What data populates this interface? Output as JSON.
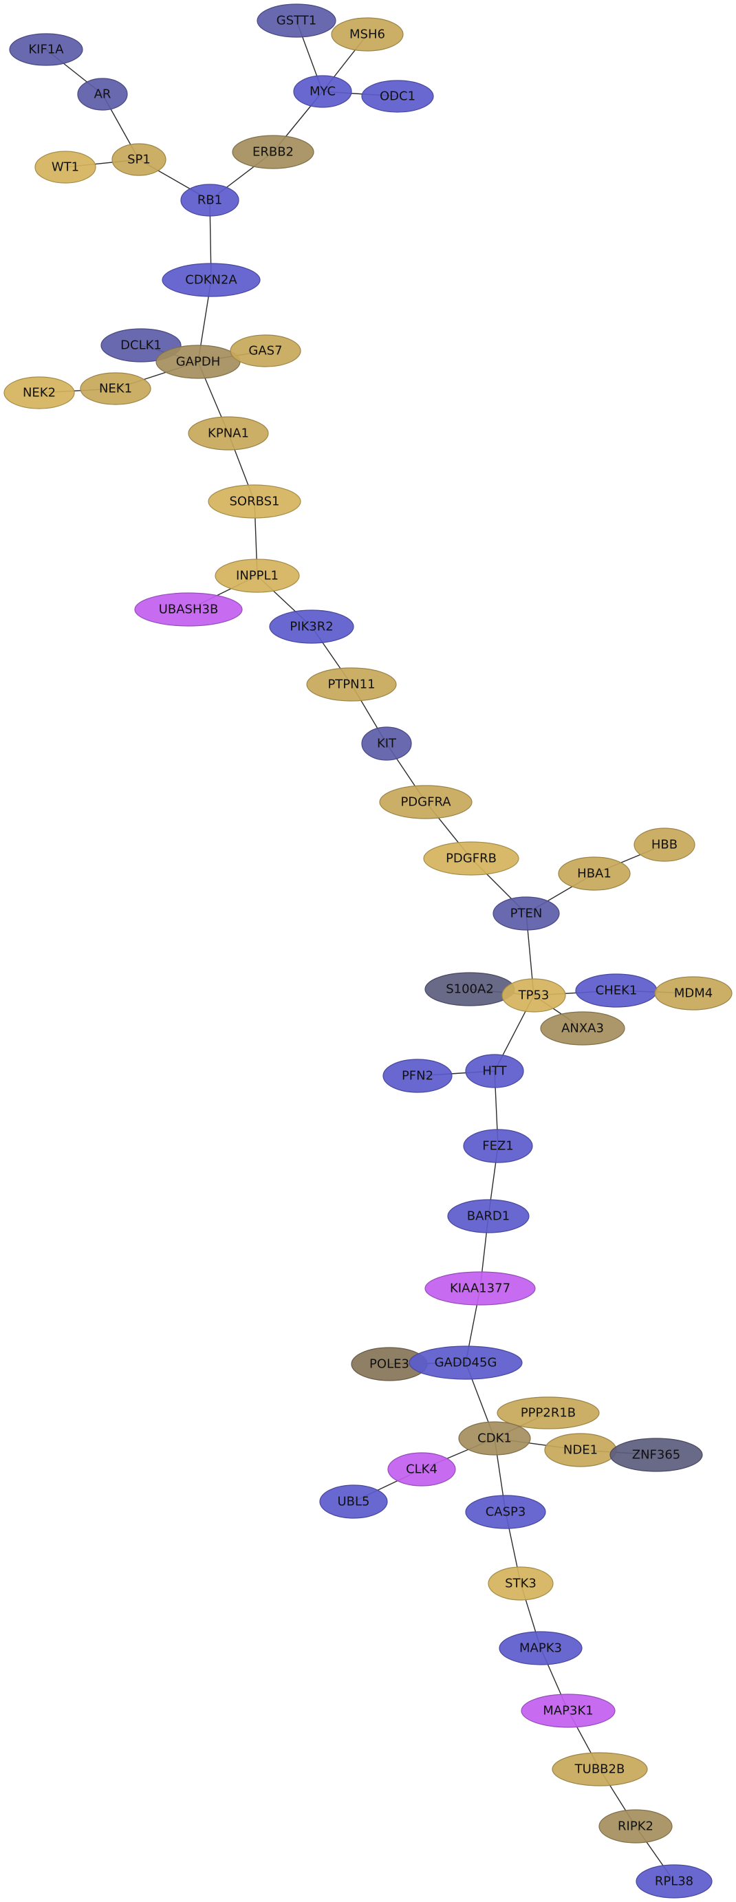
{
  "colors": {
    "blue": "#5b5bcc",
    "blue_dark": "#5c5ca8",
    "slate": "#5c5c7e",
    "gold": "#c8a85a",
    "gold_bright": "#d4b35c",
    "olive": "#a48e5c",
    "olive_dark": "#857458",
    "magenta": "#c25ff0"
  },
  "nodes": [
    {
      "id": "KIF1A",
      "label": "KIF1A",
      "color": "blue_dark"
    },
    {
      "id": "AR",
      "label": "AR",
      "color": "blue_dark"
    },
    {
      "id": "GSTT1",
      "label": "GSTT1",
      "color": "blue_dark"
    },
    {
      "id": "MSH6",
      "label": "MSH6",
      "color": "gold"
    },
    {
      "id": "MYC",
      "label": "MYC",
      "color": "blue"
    },
    {
      "id": "ODC1",
      "label": "ODC1",
      "color": "blue"
    },
    {
      "id": "WT1",
      "label": "WT1",
      "color": "gold_bright"
    },
    {
      "id": "SP1",
      "label": "SP1",
      "color": "gold"
    },
    {
      "id": "ERBB2",
      "label": "ERBB2",
      "color": "olive"
    },
    {
      "id": "RB1",
      "label": "RB1",
      "color": "blue"
    },
    {
      "id": "CDKN2A",
      "label": "CDKN2A",
      "color": "blue"
    },
    {
      "id": "DCLK1",
      "label": "DCLK1",
      "color": "blue_dark"
    },
    {
      "id": "GAPDH",
      "label": "GAPDH",
      "color": "olive"
    },
    {
      "id": "GAS7",
      "label": "GAS7",
      "color": "gold"
    },
    {
      "id": "NEK2",
      "label": "NEK2",
      "color": "gold_bright"
    },
    {
      "id": "NEK1",
      "label": "NEK1",
      "color": "gold"
    },
    {
      "id": "KPNA1",
      "label": "KPNA1",
      "color": "gold"
    },
    {
      "id": "SORBS1",
      "label": "SORBS1",
      "color": "gold_bright"
    },
    {
      "id": "INPPL1",
      "label": "INPPL1",
      "color": "gold_bright"
    },
    {
      "id": "UBASH3B",
      "label": "UBASH3B",
      "color": "magenta"
    },
    {
      "id": "PIK3R2",
      "label": "PIK3R2",
      "color": "blue"
    },
    {
      "id": "PTPN11",
      "label": "PTPN11",
      "color": "gold"
    },
    {
      "id": "KIT",
      "label": "KIT",
      "color": "blue_dark"
    },
    {
      "id": "PDGFRA",
      "label": "PDGFRA",
      "color": "gold"
    },
    {
      "id": "PDGFRB",
      "label": "PDGFRB",
      "color": "gold_bright"
    },
    {
      "id": "HBB",
      "label": "HBB",
      "color": "gold"
    },
    {
      "id": "HBA1",
      "label": "HBA1",
      "color": "gold"
    },
    {
      "id": "PTEN",
      "label": "PTEN",
      "color": "blue_dark"
    },
    {
      "id": "S100A2",
      "label": "S100A2",
      "color": "slate"
    },
    {
      "id": "TP53",
      "label": "TP53",
      "color": "gold_bright"
    },
    {
      "id": "CHEK1",
      "label": "CHEK1",
      "color": "blue"
    },
    {
      "id": "MDM4",
      "label": "MDM4",
      "color": "gold"
    },
    {
      "id": "ANXA3",
      "label": "ANXA3",
      "color": "olive"
    },
    {
      "id": "PFN2",
      "label": "PFN2",
      "color": "blue"
    },
    {
      "id": "HTT",
      "label": "HTT",
      "color": "blue"
    },
    {
      "id": "FEZ1",
      "label": "FEZ1",
      "color": "blue"
    },
    {
      "id": "BARD1",
      "label": "BARD1",
      "color": "blue"
    },
    {
      "id": "KIAA1377",
      "label": "KIAA1377",
      "color": "magenta"
    },
    {
      "id": "POLE3",
      "label": "POLE3",
      "color": "olive_dark"
    },
    {
      "id": "GADD45G",
      "label": "GADD45G",
      "color": "blue"
    },
    {
      "id": "PPP2R1B",
      "label": "PPP2R1B",
      "color": "gold"
    },
    {
      "id": "CDK1",
      "label": "CDK1",
      "color": "olive"
    },
    {
      "id": "NDE1",
      "label": "NDE1",
      "color": "gold"
    },
    {
      "id": "ZNF365",
      "label": "ZNF365",
      "color": "slate"
    },
    {
      "id": "CLK4",
      "label": "CLK4",
      "color": "magenta"
    },
    {
      "id": "UBL5",
      "label": "UBL5",
      "color": "blue"
    },
    {
      "id": "CASP3",
      "label": "CASP3",
      "color": "blue"
    },
    {
      "id": "STK3",
      "label": "STK3",
      "color": "gold_bright"
    },
    {
      "id": "MAPK3",
      "label": "MAPK3",
      "color": "blue"
    },
    {
      "id": "MAP3K1",
      "label": "MAP3K1",
      "color": "magenta"
    },
    {
      "id": "TUBB2B",
      "label": "TUBB2B",
      "color": "gold"
    },
    {
      "id": "RIPK2",
      "label": "RIPK2",
      "color": "olive"
    },
    {
      "id": "RPL38",
      "label": "RPL38",
      "color": "blue"
    }
  ],
  "edges": [
    [
      "KIF1A",
      "AR"
    ],
    [
      "AR",
      "SP1"
    ],
    [
      "WT1",
      "SP1"
    ],
    [
      "SP1",
      "RB1"
    ],
    [
      "GSTT1",
      "MYC"
    ],
    [
      "MSH6",
      "MYC"
    ],
    [
      "MYC",
      "ODC1"
    ],
    [
      "MYC",
      "ERBB2"
    ],
    [
      "ERBB2",
      "RB1"
    ],
    [
      "RB1",
      "CDKN2A"
    ],
    [
      "CDKN2A",
      "GAPDH"
    ],
    [
      "DCLK1",
      "GAPDH"
    ],
    [
      "GAPDH",
      "GAS7"
    ],
    [
      "NEK2",
      "NEK1"
    ],
    [
      "NEK1",
      "GAPDH"
    ],
    [
      "GAPDH",
      "KPNA1"
    ],
    [
      "KPNA1",
      "SORBS1"
    ],
    [
      "SORBS1",
      "INPPL1"
    ],
    [
      "UBASH3B",
      "INPPL1"
    ],
    [
      "INPPL1",
      "PIK3R2"
    ],
    [
      "PIK3R2",
      "PTPN11"
    ],
    [
      "PTPN11",
      "KIT"
    ],
    [
      "KIT",
      "PDGFRA"
    ],
    [
      "PDGFRA",
      "PDGFRB"
    ],
    [
      "PDGFRB",
      "PTEN"
    ],
    [
      "HBB",
      "HBA1"
    ],
    [
      "HBA1",
      "PTEN"
    ],
    [
      "PTEN",
      "TP53"
    ],
    [
      "S100A2",
      "TP53"
    ],
    [
      "TP53",
      "CHEK1"
    ],
    [
      "CHEK1",
      "MDM4"
    ],
    [
      "TP53",
      "ANXA3"
    ],
    [
      "TP53",
      "HTT"
    ],
    [
      "PFN2",
      "HTT"
    ],
    [
      "HTT",
      "FEZ1"
    ],
    [
      "FEZ1",
      "BARD1"
    ],
    [
      "BARD1",
      "KIAA1377"
    ],
    [
      "KIAA1377",
      "GADD45G"
    ],
    [
      "POLE3",
      "GADD45G"
    ],
    [
      "GADD45G",
      "CDK1"
    ],
    [
      "PPP2R1B",
      "CDK1"
    ],
    [
      "CDK1",
      "NDE1"
    ],
    [
      "NDE1",
      "ZNF365"
    ],
    [
      "CDK1",
      "CLK4"
    ],
    [
      "CLK4",
      "UBL5"
    ],
    [
      "CDK1",
      "CASP3"
    ],
    [
      "CASP3",
      "STK3"
    ],
    [
      "STK3",
      "MAPK3"
    ],
    [
      "MAPK3",
      "MAP3K1"
    ],
    [
      "MAP3K1",
      "TUBB2B"
    ],
    [
      "TUBB2B",
      "RIPK2"
    ],
    [
      "RIPK2",
      "RPL38"
    ]
  ]
}
